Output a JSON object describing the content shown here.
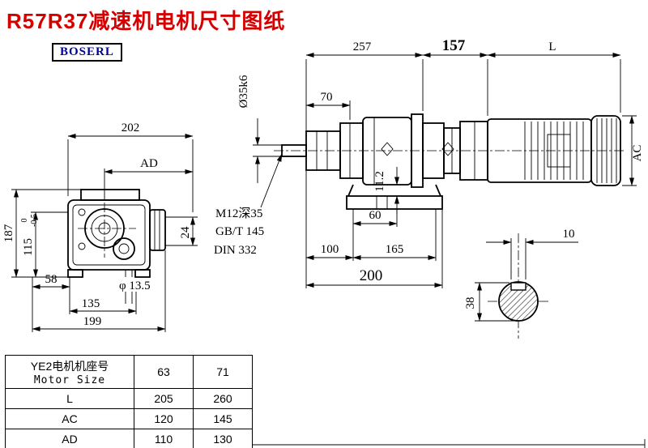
{
  "title": "R57R37减速机电机尺寸图纸",
  "logo": "BOSERL",
  "front_view": {
    "dim_202": "202",
    "dim_ad": "AD",
    "dim_187": "187",
    "dim_115": "115",
    "tol_upper": "0",
    "tol_lower": "-0.5",
    "dim_24": "24",
    "dim_58": "58",
    "dim_135": "135",
    "dim_199": "199",
    "hole_label": "φ 13.5"
  },
  "side_view": {
    "dim_257": "257",
    "dim_157": "157",
    "dim_l": "L",
    "dim_70": "70",
    "shaft_label": "Ø35k6",
    "note_1": "M12深35",
    "note_2": "GB/T 145",
    "note_3": "DIN 332",
    "dim_11_2": "11.2",
    "dim_60": "60",
    "dim_100": "100",
    "dim_165": "165",
    "dim_200": "200",
    "dim_ac": "AC"
  },
  "section_view": {
    "dim_10": "10",
    "dim_38": "38"
  },
  "table": {
    "header": {
      "name_cn": "YE2电机机座号",
      "name_en": "Motor Size",
      "size_63": "63",
      "size_71": "71"
    },
    "rows": [
      {
        "label": "L",
        "v63": "205",
        "v71": "260"
      },
      {
        "label": "AC",
        "v63": "120",
        "v71": "145"
      },
      {
        "label": "AD",
        "v63": "110",
        "v71": "130"
      }
    ]
  }
}
